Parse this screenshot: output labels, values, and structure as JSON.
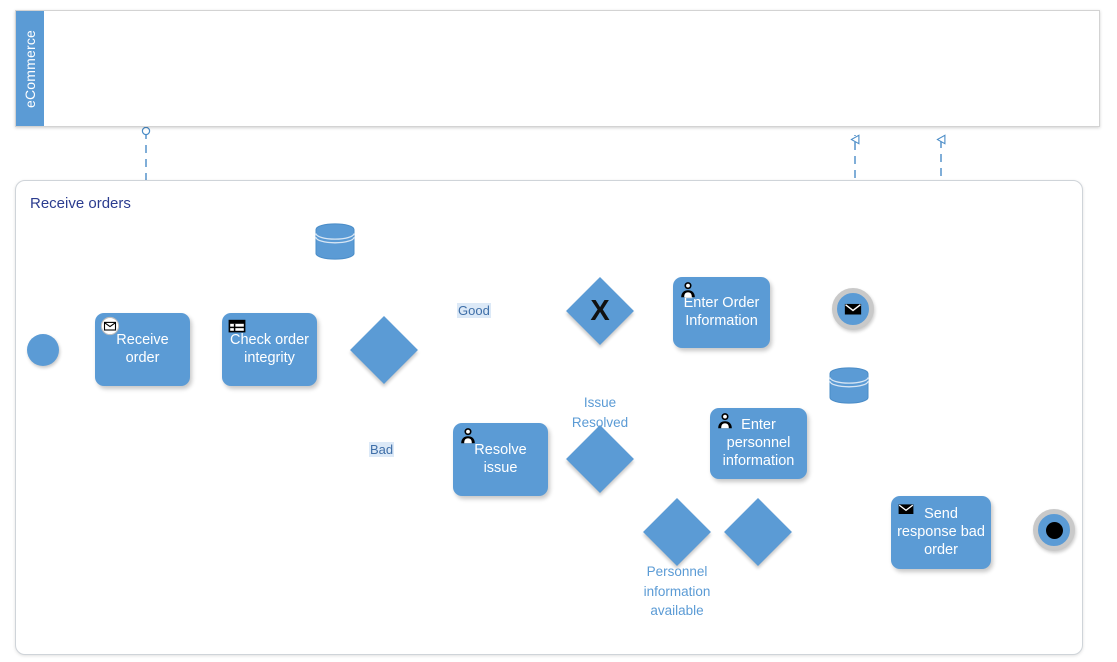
{
  "diagram": {
    "type": "bpmn-process-diagram",
    "accent_color": "#5b9bd5",
    "label_color": "#3f6fa8",
    "title_color": "#2b3c8f"
  },
  "pool": {
    "name": "eCommerce"
  },
  "subprocess": {
    "name": "Receive orders"
  },
  "events": {
    "start": {
      "name": "start-event",
      "icon": "plain-start-circle"
    },
    "end_message": {
      "name": "message-end-event",
      "icon": "envelope-icon"
    },
    "end_terminate": {
      "name": "terminate-end-event",
      "icon": "filled-dot"
    }
  },
  "tasks": [
    {
      "id": "receive-order",
      "label": "Receive order",
      "icon": "envelope-icon",
      "type": "message-receive-task"
    },
    {
      "id": "check-order",
      "label": "Check order integrity",
      "icon": "table-grid-icon",
      "type": "business-rule-task"
    },
    {
      "id": "resolve-issue",
      "label": "Resolve issue",
      "icon": "user-icon",
      "type": "user-task"
    },
    {
      "id": "enter-order-info",
      "label": "Enter Order Information",
      "icon": "user-icon",
      "type": "user-task"
    },
    {
      "id": "enter-personnel",
      "label": "Enter personnel information",
      "icon": "user-icon",
      "type": "user-task"
    },
    {
      "id": "send-response",
      "label": "Send response bad order",
      "icon": "envelope-icon",
      "type": "message-send-task"
    }
  ],
  "gateways": [
    {
      "id": "gw-integrity",
      "symbol": "",
      "name": "gateway-order-integrity"
    },
    {
      "id": "gw-exclusive",
      "symbol": "X",
      "name": "gateway-exclusive-merge"
    },
    {
      "id": "gw-issue",
      "symbol": "",
      "name": "gateway-issue-resolved"
    },
    {
      "id": "gw-personnel",
      "symbol": "",
      "name": "gateway-personnel-available"
    },
    {
      "id": "gw-merge",
      "symbol": "",
      "name": "gateway-personnel-merge"
    }
  ],
  "flow_labels": {
    "good": "Good",
    "bad": "Bad"
  },
  "annotations": {
    "issue_resolved": [
      "Issue",
      "Resolved"
    ],
    "personnel_available": [
      "Personnel",
      "information",
      "available"
    ]
  },
  "data_stores": [
    {
      "id": "ds-order",
      "name": "data-store-order"
    },
    {
      "id": "ds-personnel",
      "name": "data-store-personnel"
    }
  ]
}
